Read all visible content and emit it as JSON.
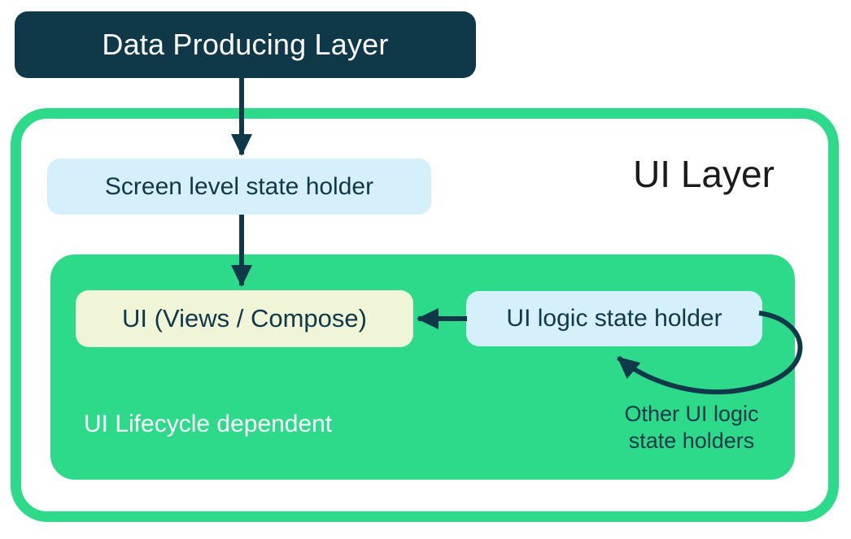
{
  "palette": {
    "dark_teal": "#0F3848",
    "green": "#2CDA8A",
    "light_blue": "#D5EFFB",
    "pale_yellow": "#F0F5D8",
    "white": "#FFFFFF",
    "title_text": "#1B1B1B"
  },
  "diagram": {
    "data_producing_layer": "Data Producing Layer",
    "ui_layer_title": "UI Layer",
    "screen_state_holder": "Screen level state holder",
    "ui_views_compose": "UI (Views / Compose)",
    "ui_logic_state_holder": "UI logic state holder",
    "ui_lifecycle_dependent": "UI Lifecycle dependent",
    "other_ui_logic_line1": "Other UI logic",
    "other_ui_logic_line2": "state holders"
  }
}
